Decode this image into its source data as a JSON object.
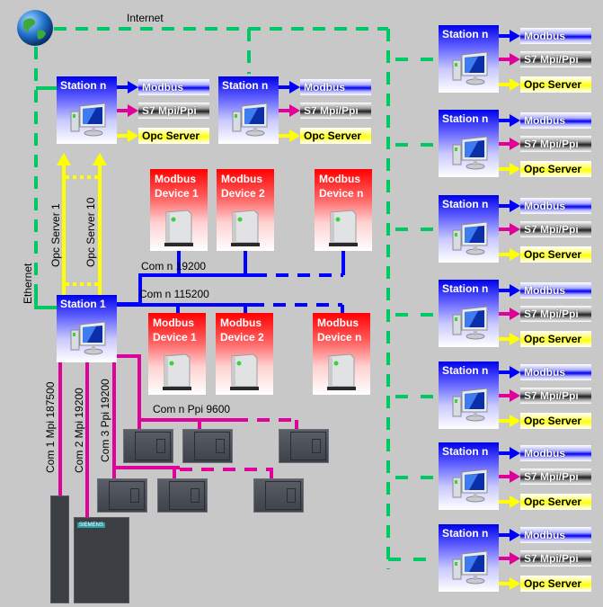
{
  "internet_label": "Internet",
  "ethernet_label": "Ethernet",
  "station_main": {
    "title": "Station 1"
  },
  "station_labels": {
    "title": "Station n",
    "modbus": "Modbus",
    "s7": "S7 Mpi/Ppi",
    "opc": "Opc Server"
  },
  "opc_links": [
    "Opc Server 1",
    "Opc Server 10"
  ],
  "modbus_bus_top": {
    "label": "Com n 19200",
    "devices": [
      "Modbus\nDevice 1",
      "Modbus\nDevice 2",
      "Modbus\nDevice n"
    ]
  },
  "modbus_bus_bottom": {
    "label": "Com n 115200",
    "devices": [
      "Modbus\nDevice 1",
      "Modbus\nDevice 2",
      "Modbus\nDevice n"
    ]
  },
  "com_ports": [
    "Com 1 Mpi 187500",
    "Com 2 Mpi 19200",
    "Com 3 Ppi 19200"
  ],
  "ppi_bus_label": "Com n Ppi 9600",
  "cpu_brand": "SIEMENS",
  "colors": {
    "ethernet": "#00c864",
    "modbus": "#0000ff",
    "s7": "#e0009a",
    "opc": "#ffff00",
    "background": "#c8c8c8"
  }
}
